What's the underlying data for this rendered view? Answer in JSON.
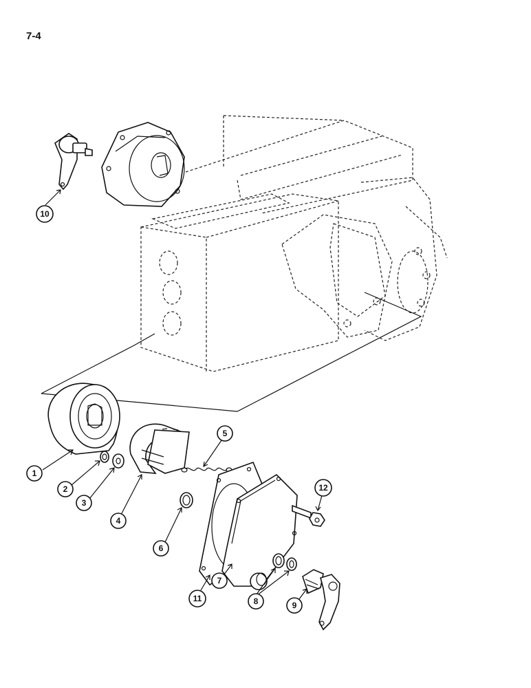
{
  "page_number": "7-4",
  "callouts": [
    {
      "id": "1",
      "label": "1"
    },
    {
      "id": "2",
      "label": "2"
    },
    {
      "id": "3",
      "label": "3"
    },
    {
      "id": "4",
      "label": "4"
    },
    {
      "id": "5",
      "label": "5"
    },
    {
      "id": "6",
      "label": "6"
    },
    {
      "id": "7",
      "label": "7"
    },
    {
      "id": "8",
      "label": "8"
    },
    {
      "id": "9",
      "label": "9"
    },
    {
      "id": "10",
      "label": "10"
    },
    {
      "id": "11",
      "label": "11"
    },
    {
      "id": "12",
      "label": "12"
    }
  ]
}
